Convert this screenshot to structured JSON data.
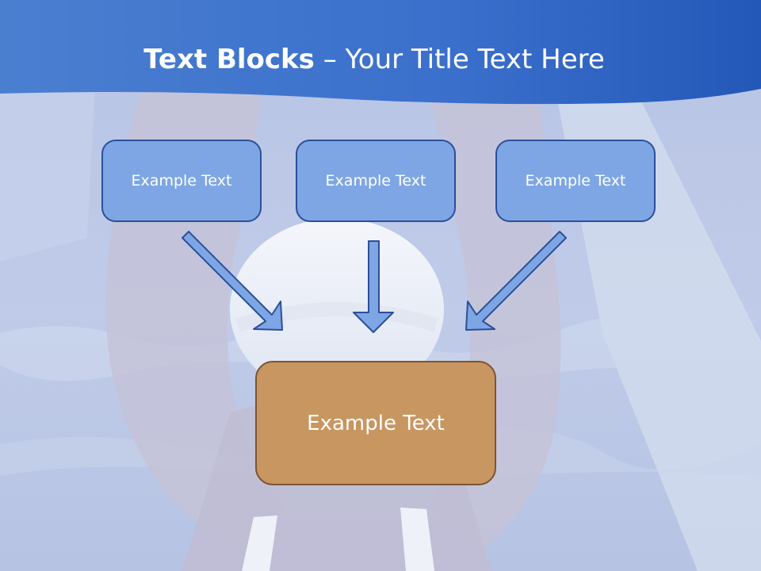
{
  "title": {
    "bold": "Text Blocks",
    "separator": " – ",
    "rest": "Your Title Text Here"
  },
  "blocks": [
    {
      "label": "Example Text"
    },
    {
      "label": "Example Text"
    },
    {
      "label": "Example Text"
    }
  ],
  "target": {
    "label": "Example Text"
  },
  "colors": {
    "header_blue": "#2f66c4",
    "block_fill": "#7ea6e4",
    "block_border": "#2b4f9a",
    "target_fill": "#c89660",
    "target_border": "#7d5430",
    "arrow_fill": "#7ea6e4"
  }
}
